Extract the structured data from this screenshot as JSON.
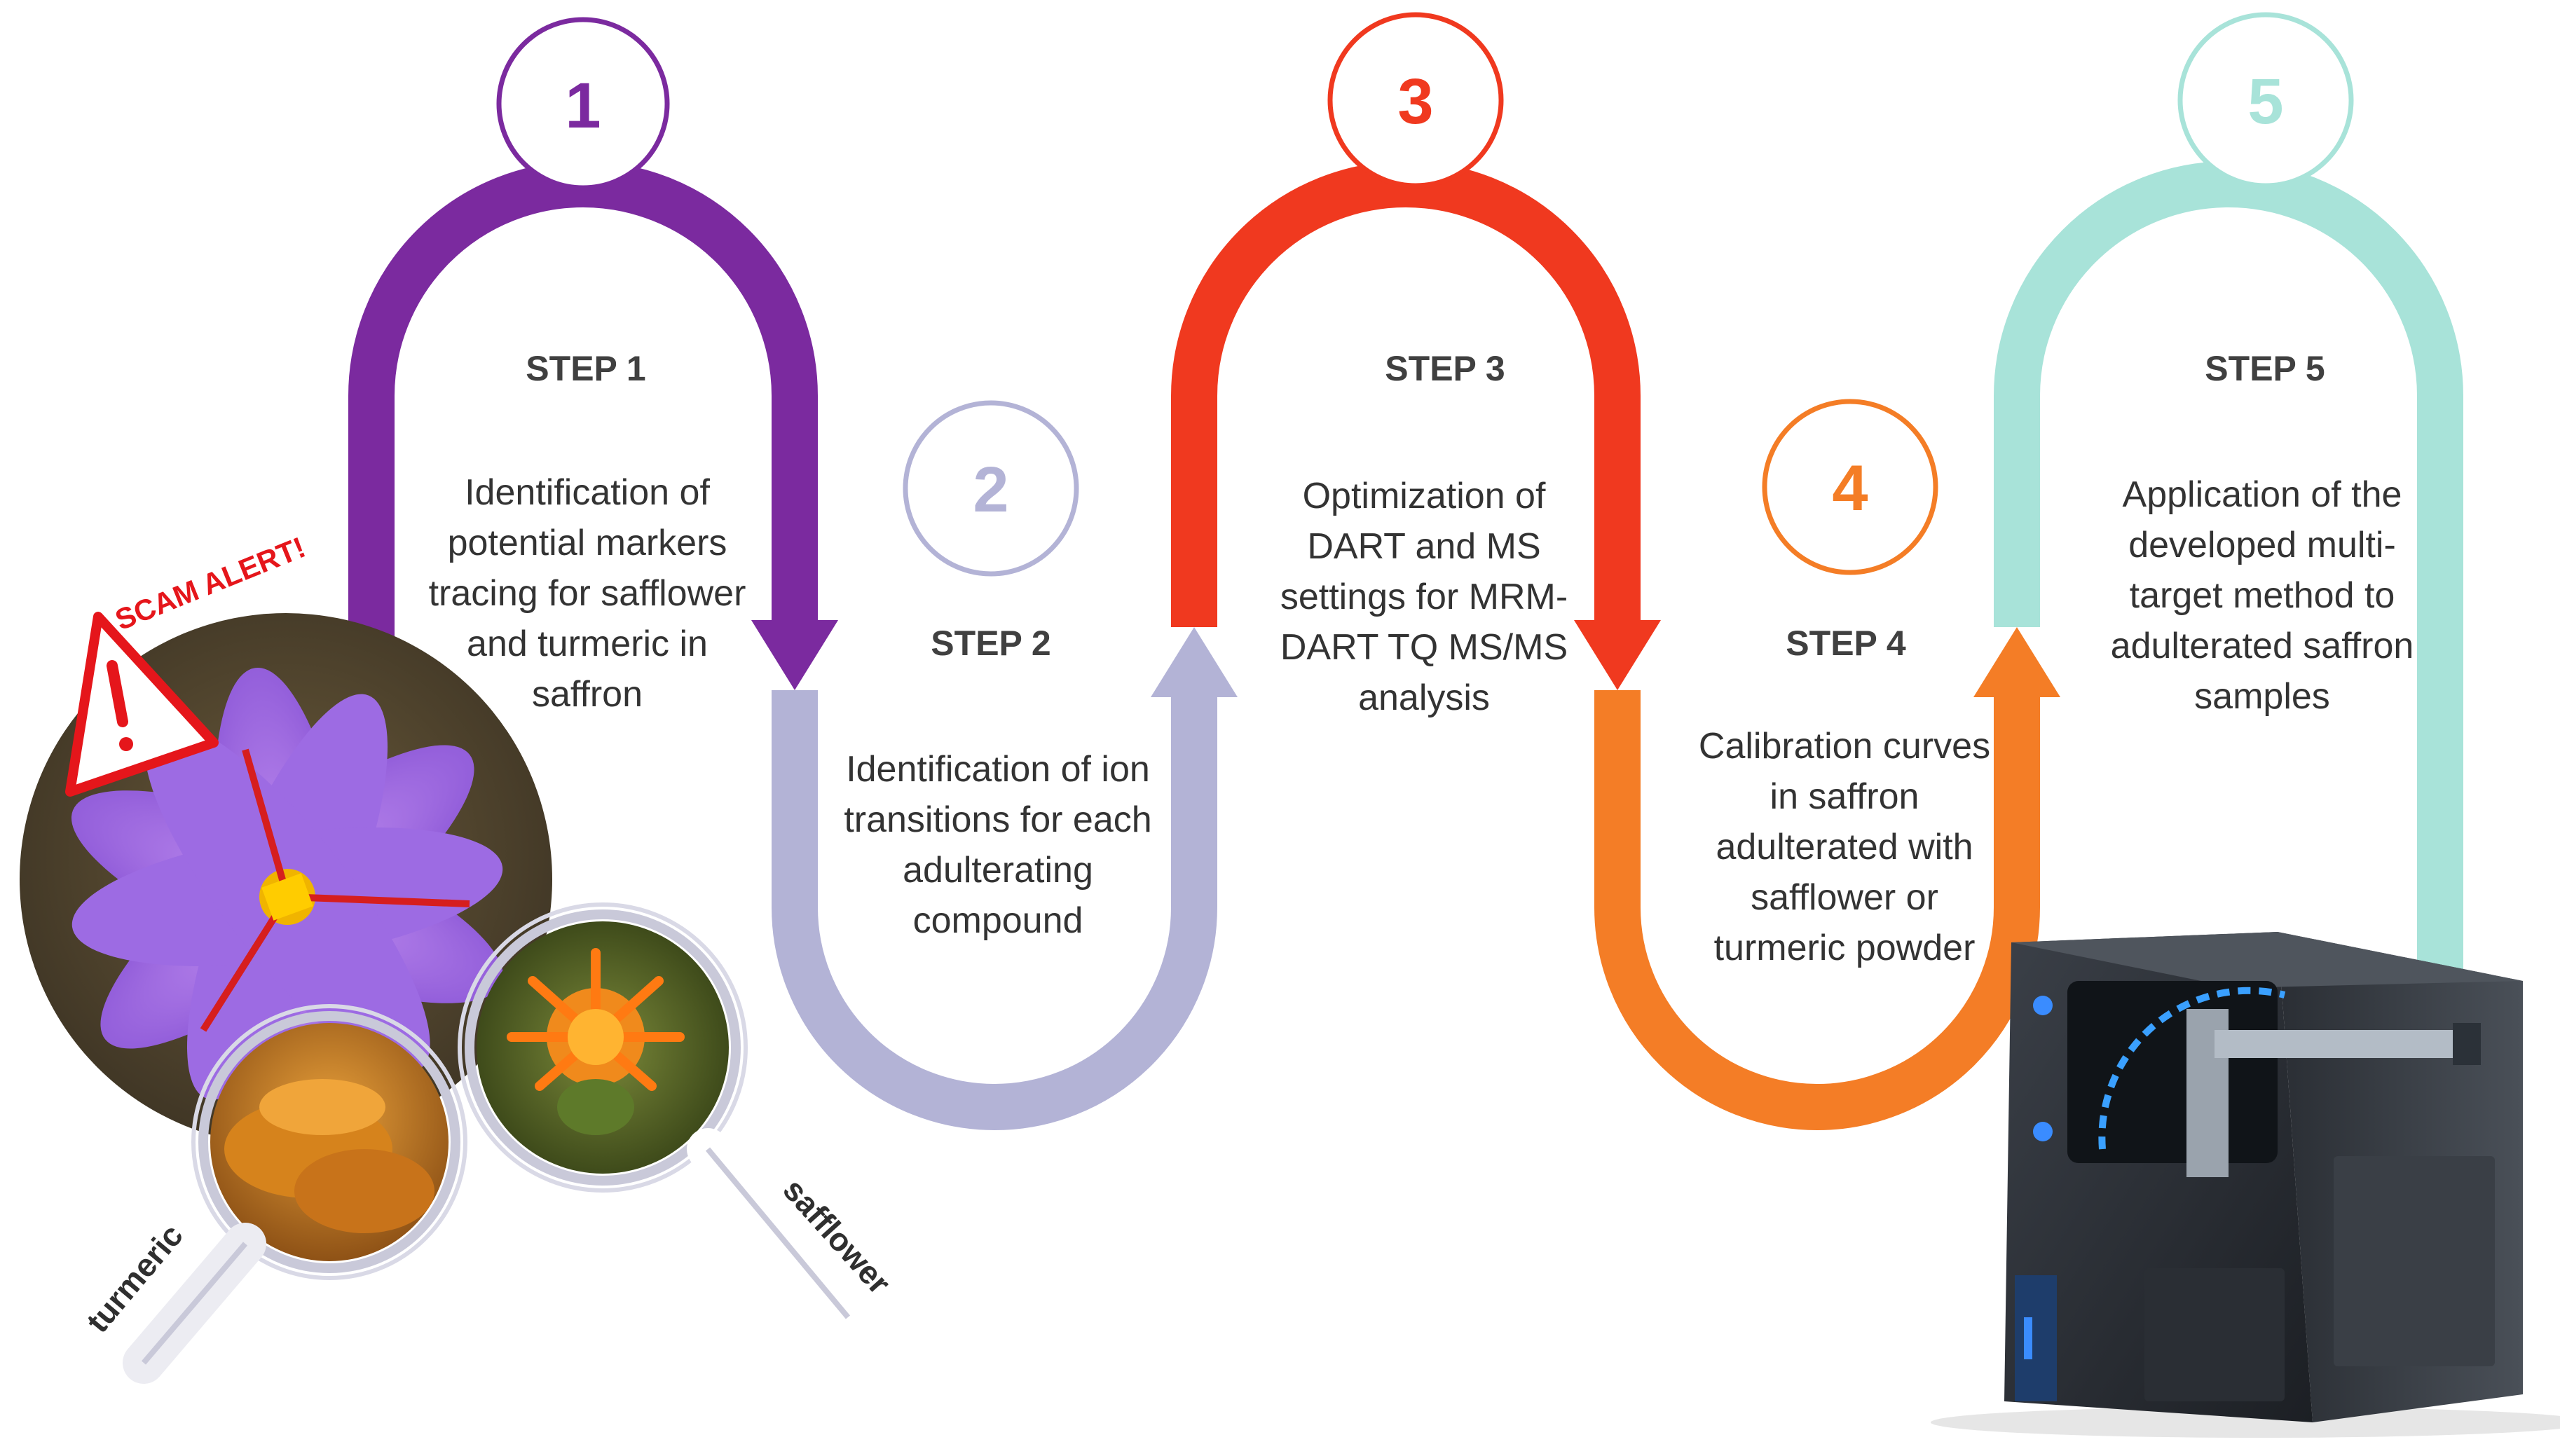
{
  "colors": {
    "step1": "#7b2a9f",
    "step2": "#b3b3d6",
    "step3": "#f0391f",
    "step4": "#f47d26",
    "step5": "#a8e3d9",
    "text": "#333333",
    "alert": "#e5161b"
  },
  "steps": [
    {
      "number": "1",
      "title": "STEP 1",
      "lines": [
        "Identification of",
        "potential markers",
        "tracing for safflower",
        "and turmeric in",
        "saffron"
      ]
    },
    {
      "number": "2",
      "title": "STEP 2",
      "lines": [
        "Identification of ion",
        "transitions for each",
        "adulterating",
        "compound"
      ]
    },
    {
      "number": "3",
      "title": "STEP 3",
      "lines": [
        "Optimization of",
        "DART and MS",
        "settings for MRM-",
        "DART TQ MS/MS",
        "analysis"
      ]
    },
    {
      "number": "4",
      "title": "STEP 4",
      "lines": [
        "Calibration curves",
        "in saffron",
        "adulterated with",
        "safflower or",
        "turmeric powder"
      ]
    },
    {
      "number": "5",
      "title": "STEP 5",
      "lines": [
        "Application of the",
        "developed multi-",
        "target method to",
        "adulterated saffron",
        "samples"
      ]
    }
  ],
  "illustration": {
    "alert_text": "SCAM ALERT!",
    "alert_icon": "warning-triangle-icon",
    "magnifier_left_label": "turmeric",
    "magnifier_right_label": "safflower",
    "instrument_icon": "mass-spectrometer-icon"
  }
}
